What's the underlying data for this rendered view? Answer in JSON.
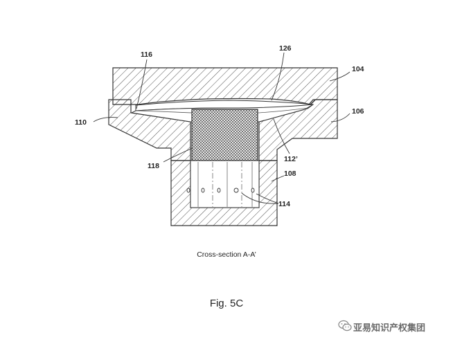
{
  "labels": {
    "l104": "104",
    "l106": "106",
    "l108": "108",
    "l110": "110",
    "l112": "112’",
    "l114": "114",
    "l116": "116",
    "l118": "118",
    "l126": "126"
  },
  "captions": {
    "section": "Cross-section A-A’",
    "figure": "Fig. 5C"
  },
  "watermark": {
    "text": "亚易知识产权集团",
    "icon": "wechat-icon"
  },
  "colors": {
    "line": "#333333",
    "fill": "#ffffff",
    "caption": "#222222",
    "watermark": "#6a6a6a"
  }
}
